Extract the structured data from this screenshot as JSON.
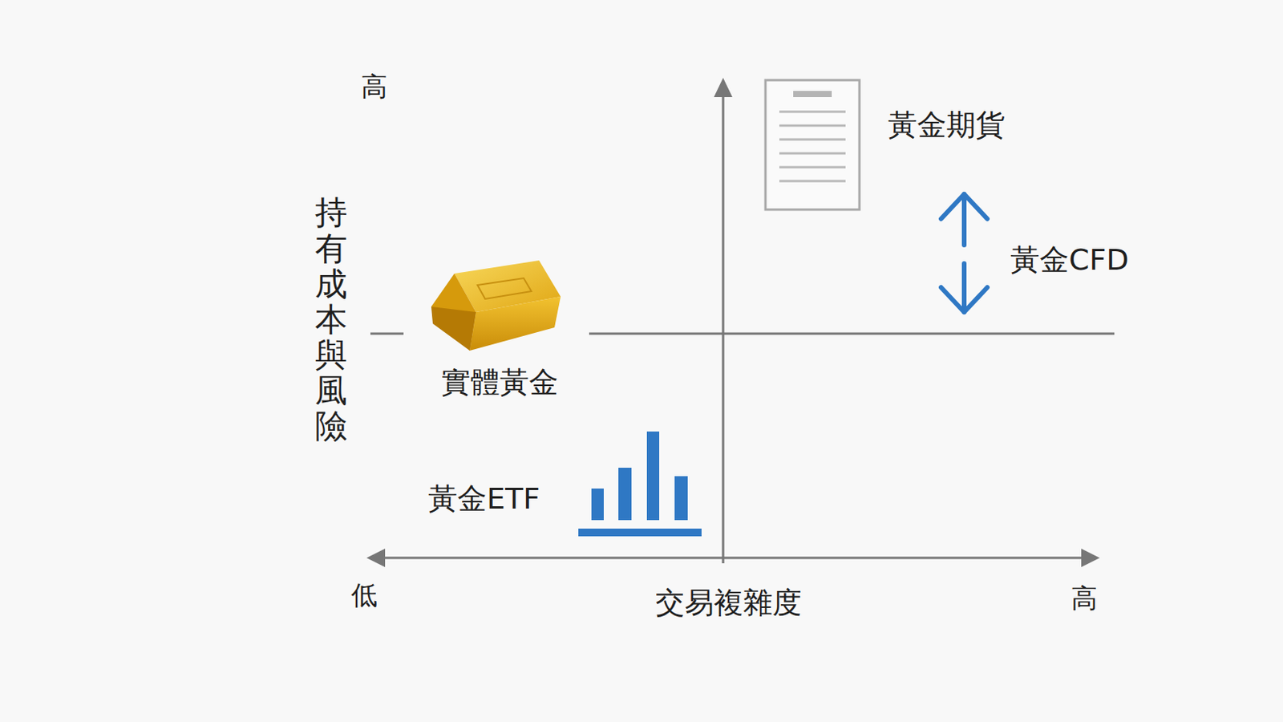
{
  "diagram": {
    "labels": [
      "高",
      "持有成本與風險",
      "實體黃金",
      "黃金ETF",
      "黃金期貨",
      "黃金CFD",
      "低",
      "交易複雜度",
      "高"
    ]
  }
}
